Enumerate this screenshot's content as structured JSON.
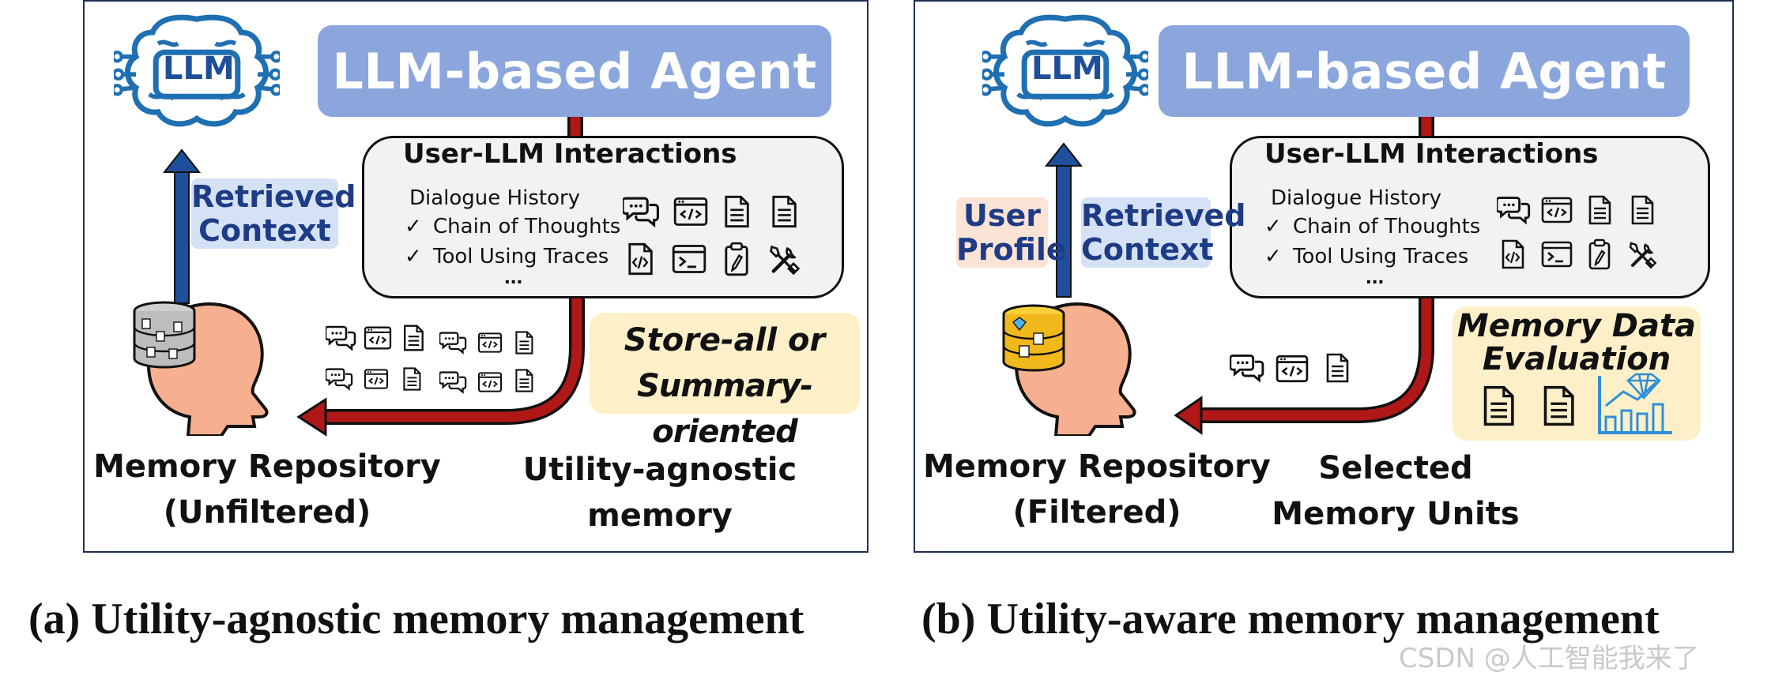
{
  "panels": [
    {
      "agent_title": "LLM-based Agent",
      "llm_label": "LLM",
      "interactions": {
        "title": "User-LLM Interactions",
        "items": [
          "Dialogue History",
          "Chain of Thoughts",
          "Tool Using Traces",
          "..."
        ],
        "check_mark": "✓"
      },
      "retrieved_context": "Retrieved Context",
      "strategy": [
        "Store-all or",
        "Summary-oriented"
      ],
      "memory_repo": [
        "Memory Repository",
        "(Unfiltered)"
      ],
      "memory_desc": [
        "Utility-agnostic",
        "memory"
      ]
    },
    {
      "agent_title": "LLM-based Agent",
      "llm_label": "LLM",
      "interactions": {
        "title": "User-LLM Interactions",
        "items": [
          "Dialogue History",
          "Chain of Thoughts",
          "Tool Using Traces",
          "..."
        ],
        "check_mark": "✓"
      },
      "user_profile": "User Profile",
      "retrieved_context": "Retrieved Context",
      "evaluation": [
        "Memory Data",
        "Evaluation"
      ],
      "memory_repo": [
        "Memory Repository",
        "(Filtered)"
      ],
      "memory_desc": [
        "Selected",
        "Memory Units"
      ]
    }
  ],
  "captions": {
    "a": "(a) Utility-agnostic memory management",
    "b": "(b) Utility-aware memory management"
  },
  "watermark": "CSDN @人工智能我来了",
  "colors": {
    "agent_blue": "#8aa6dc",
    "arrow_blue": "#1f4e9a",
    "arrow_red": "#b01818",
    "tag_blue_bg": "#d5e1f4",
    "tag_red_bg": "#fbe3d6",
    "strategy_bg": "#fdf0c9",
    "head_skin": "#f7b08f"
  },
  "icons": [
    "llm-brain-icon",
    "chat-icon",
    "code-window-icon",
    "document-icon",
    "terminal-icon",
    "clipboard-icon",
    "tools-icon",
    "database-icon",
    "chart-diamond-icon"
  ]
}
